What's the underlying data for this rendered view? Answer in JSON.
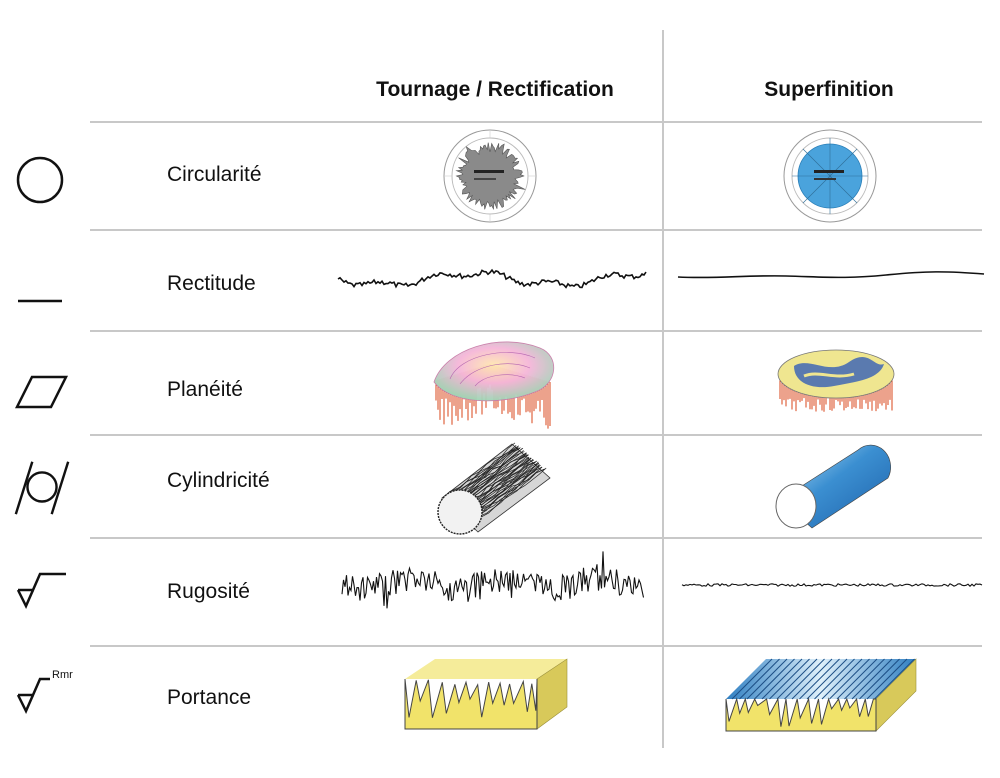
{
  "columns": [
    "Tournage / Rectification",
    "Superfinition"
  ],
  "rows": [
    {
      "label": "Circularité",
      "symbol": "circle-icon"
    },
    {
      "label": "Rectitude",
      "symbol": "straightness-icon"
    },
    {
      "label": "Planéité",
      "symbol": "flatness-icon"
    },
    {
      "label": "Cylindricité",
      "symbol": "cylindricity-icon"
    },
    {
      "label": "Rugosité",
      "symbol": "roughness-icon"
    },
    {
      "label": "Portance",
      "symbol": "bearing-ratio-icon",
      "symbol_text": "Rmr"
    }
  ]
}
